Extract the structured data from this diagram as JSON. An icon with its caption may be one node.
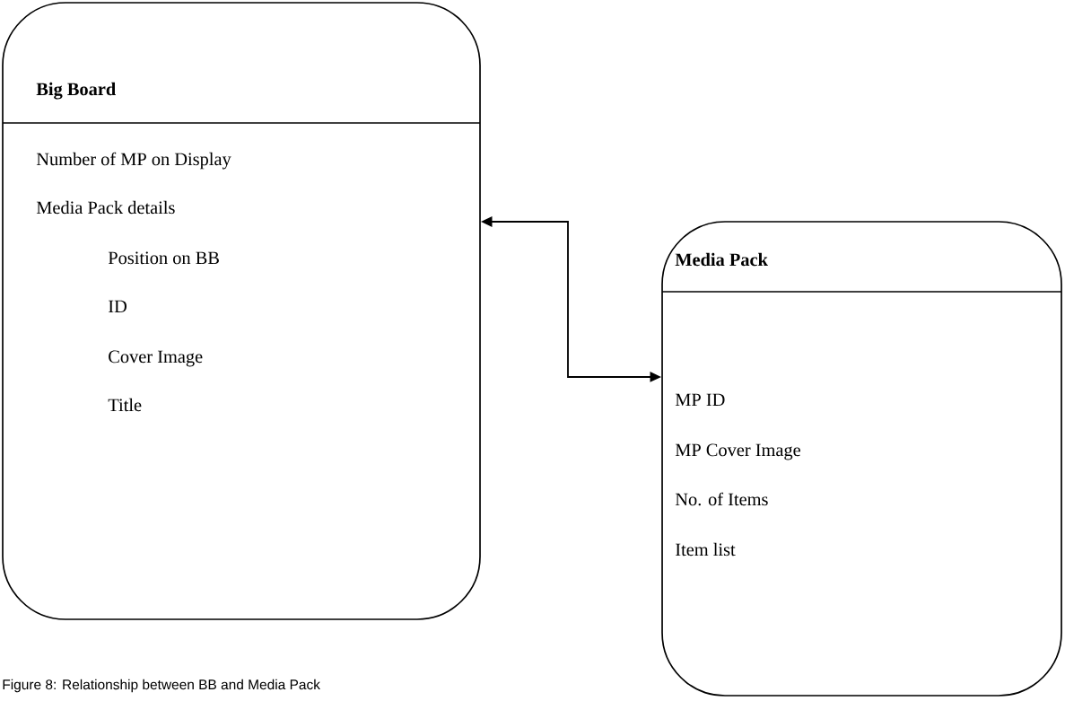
{
  "diagram": {
    "caption": "Figure 8: Relationship between BB and Media Pack",
    "nodes": [
      {
        "text": [
          "Big Board",
          "Number of MP on Display",
          "Media Pack details",
          "Position on BB",
          "ID",
          "Cover Image",
          "Title"
        ]
      },
      {
        "text": [
          "Media Pack",
          "MP ID",
          "MP Cover Image",
          "No. of Items",
          "Item list"
        ]
      }
    ],
    "edges": [
      {
        "from": 0,
        "to": 1,
        "arrow": "both"
      }
    ]
  }
}
